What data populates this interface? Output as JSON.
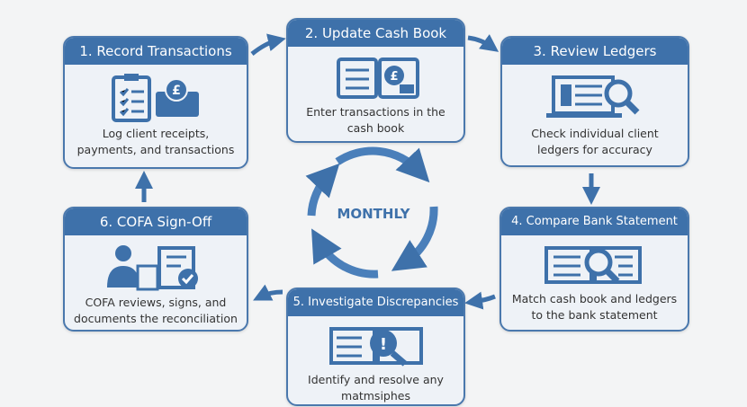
{
  "colors": {
    "primary": "#3e71aa",
    "box_bg": "#eef2f7",
    "background": "#f3f4f5"
  },
  "center_label": "MONTHLY",
  "steps": [
    {
      "title": "1. Record Transactions",
      "description": [
        "Log client receipts,",
        "payments, and transactions"
      ],
      "icon": "clipboard-pound-icon"
    },
    {
      "title": "2. Update Cash Book",
      "description": [
        "Enter transactions in the",
        "cash book"
      ],
      "icon": "cash-book-icon"
    },
    {
      "title": "3. Review Ledgers",
      "description": [
        "Check individual client",
        "ledgers for accuracy"
      ],
      "icon": "laptop-magnifier-icon"
    },
    {
      "title": "4. Compare Bank Statement",
      "description": [
        "Match cash book and ledgers",
        "to the bank statement"
      ],
      "icon": "statement-magnifier-icon"
    },
    {
      "title": "5. Investigate Discrepancies",
      "description": [
        "Identify and resolve any",
        "matmsiphes"
      ],
      "icon": "alert-magnifier-icon"
    },
    {
      "title": "6. COFA Sign-Off",
      "description": [
        "COFA reviews, signs, and",
        "documents the reconciliation"
      ],
      "icon": "person-document-check-icon"
    }
  ]
}
